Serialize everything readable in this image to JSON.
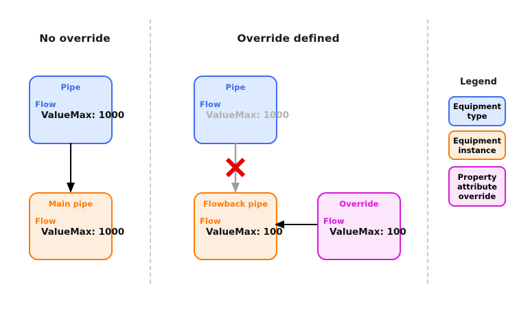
{
  "colors": {
    "equipment_type_border": "#3d6df0",
    "equipment_type_fill": "#ddeaff",
    "equipment_instance_border": "#f97c0a",
    "equipment_instance_fill": "#fdeede",
    "override_border": "#d817d8",
    "override_fill": "#fbe6fb",
    "divider": "#c8c8c8",
    "arrow_active": "#000000",
    "arrow_blocked": "#9e9e9e",
    "block_mark": "#e00000",
    "muted_text": "#b3b3b3"
  },
  "panels": {
    "left": {
      "title": "No override",
      "nodes": {
        "pipe": {
          "title": "Pipe",
          "group": "Flow",
          "value": "ValueMax: 1000",
          "muted": false
        },
        "main_pipe": {
          "title": "Main pipe",
          "group": "Flow",
          "value": "ValueMax: 1000",
          "muted": false
        }
      }
    },
    "middle": {
      "title": "Override defined",
      "nodes": {
        "pipe": {
          "title": "Pipe",
          "group": "Flow",
          "value": "ValueMax: 1000",
          "muted": true
        },
        "flowback_pipe": {
          "title": "Flowback pipe",
          "group": "Flow",
          "value": "ValueMax: 100",
          "muted": false
        },
        "override": {
          "title": "Override",
          "group": "Flow",
          "value": "ValueMax: 100",
          "muted": false
        }
      },
      "block_mark": "x-mark-icon"
    }
  },
  "legend": {
    "title": "Legend",
    "items": [
      {
        "label": "Equipment type",
        "kind": "equipment-type"
      },
      {
        "label": "Equipment instance",
        "kind": "equipment-instance"
      },
      {
        "label": "Property attribute override",
        "kind": "property-attribute-override"
      }
    ]
  }
}
